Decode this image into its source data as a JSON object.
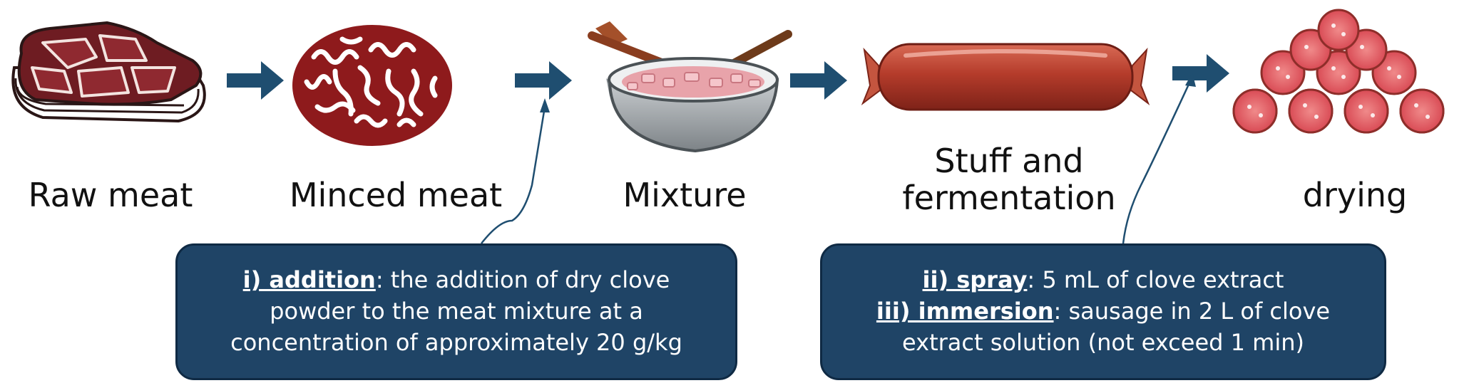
{
  "steps": [
    {
      "label": "Raw meat",
      "icon": "raw-meat-icon"
    },
    {
      "label": "Minced meat",
      "icon": "minced-meat-icon"
    },
    {
      "label": "Mixture",
      "icon": "mixing-bowl-icon"
    },
    {
      "label_line1": "Stuff and",
      "label_line2": "fermentation",
      "icon": "sausage-casing-icon"
    },
    {
      "label": "drying",
      "icon": "sliced-sausages-icon"
    }
  ],
  "notes": {
    "addition": {
      "term": "i) addition",
      "line1_rest": ": the addition of dry clove",
      "line2": "powder to the meat mixture at a",
      "line3": "concentration of approximately 20 g/kg"
    },
    "treatment": {
      "spray_term": "ii) spray",
      "spray_rest": ": 5 mL of clove extract",
      "immersion_term": "iii) immersion",
      "immersion_rest": ": sausage in 2 L of clove",
      "line3": "extract solution (not exceed 1 min)"
    }
  },
  "colors": {
    "arrow": "#1f4e70",
    "note_fill": "#1f4466",
    "note_border": "#0f2a44",
    "meat": "#8e1a1c",
    "sausage": "#b83a2a"
  }
}
